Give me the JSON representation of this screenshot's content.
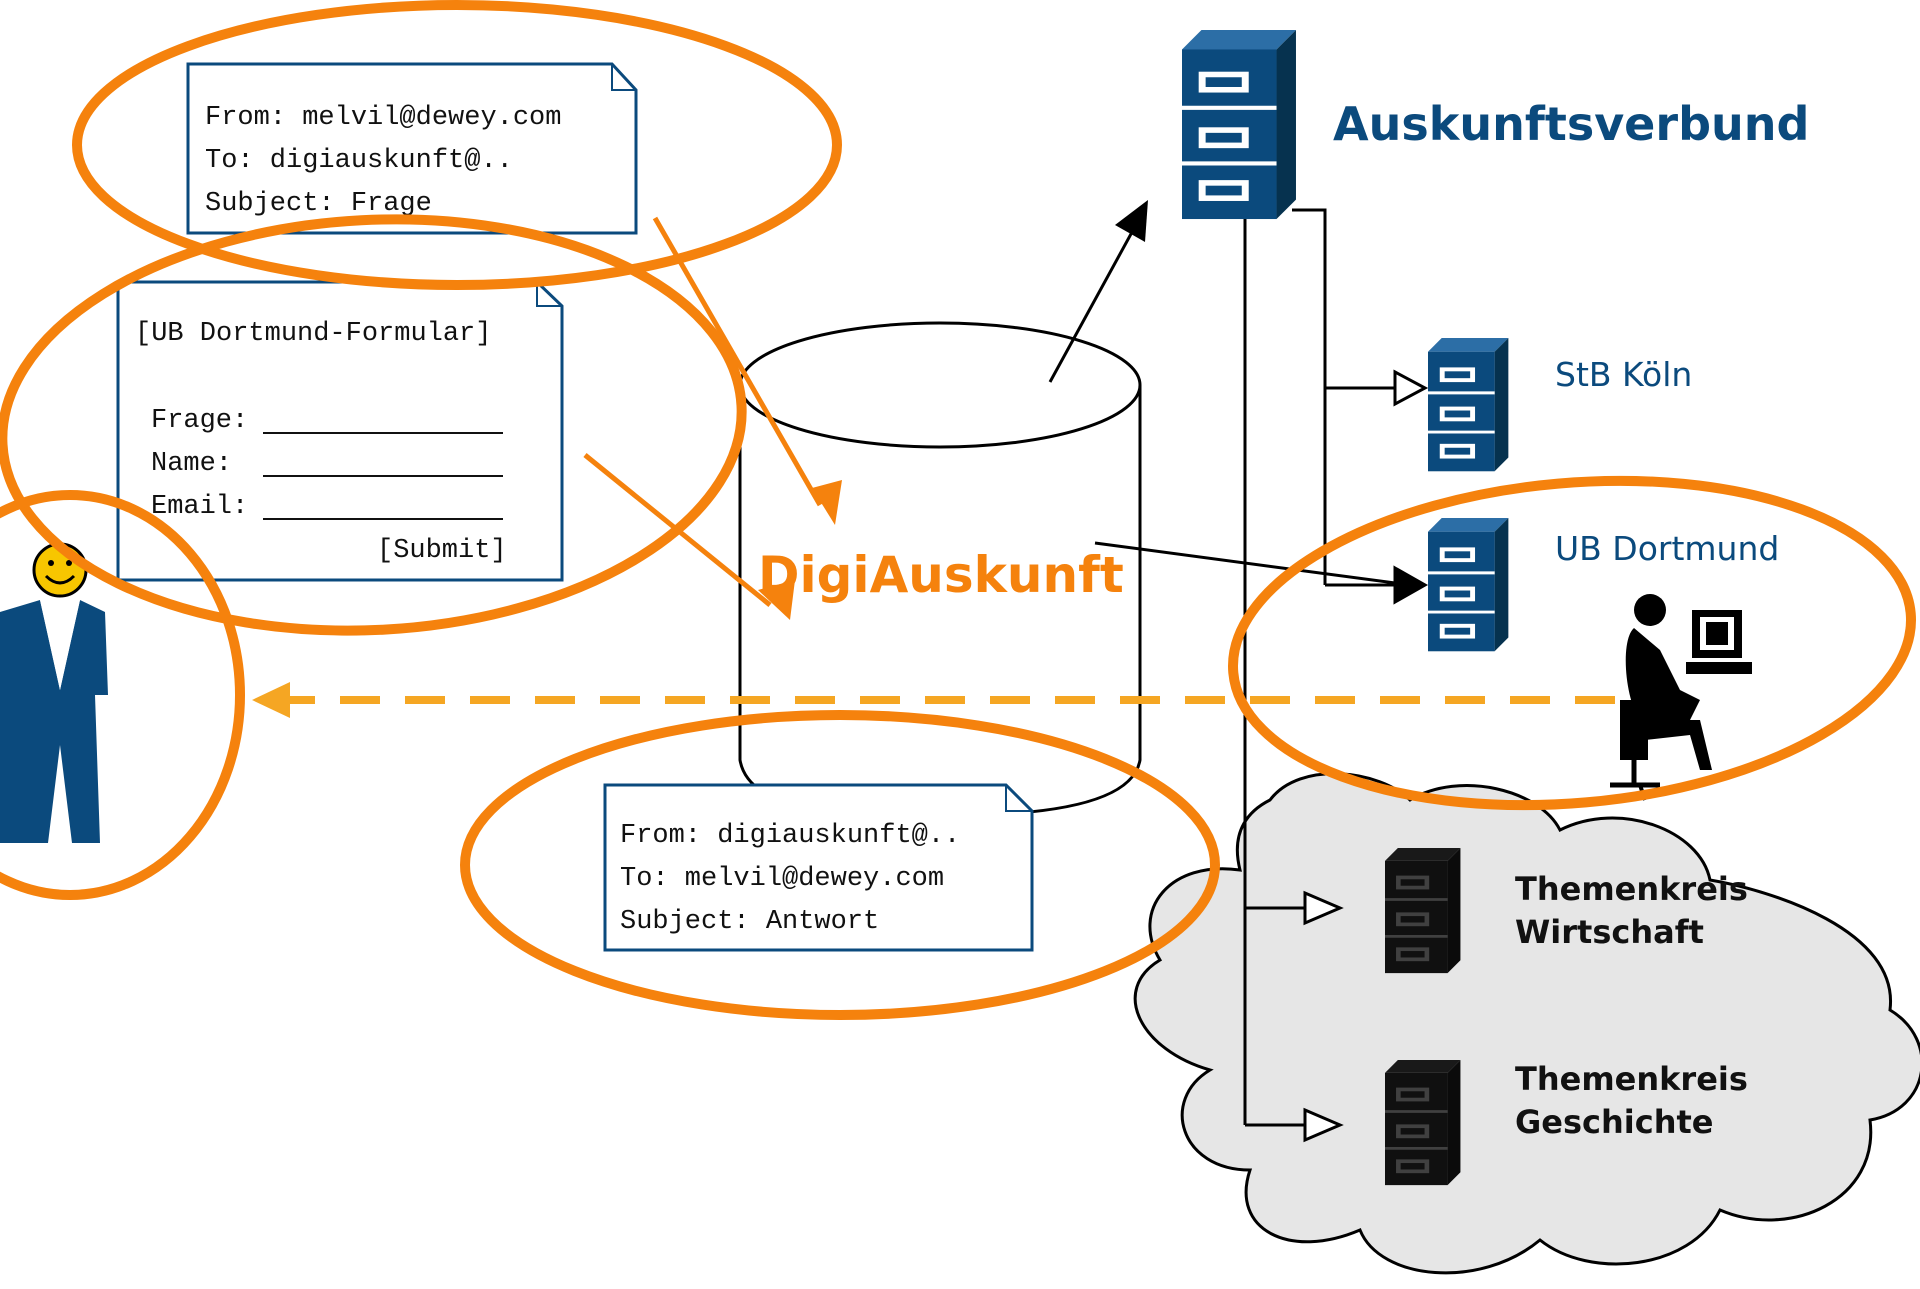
{
  "email_in": {
    "from": "From: melvil@dewey.com",
    "to": "To: digiauskunft@..",
    "subject": "Subject: Frage"
  },
  "form": {
    "title": "[UB Dortmund-Formular]",
    "frage": "Frage:",
    "name": "Name:",
    "email": "Email:",
    "submit": "[Submit]"
  },
  "email_out": {
    "from": "From: digiauskunft@..",
    "to": "To:  melvil@dewey.com",
    "subject": "Subject: Antwort"
  },
  "center_db": "DigiAuskunft",
  "network": {
    "title": "Auskunftsverbund",
    "stb_koeln": "StB Köln",
    "ub_dortmund": "UB Dortmund",
    "theme1_line1": "Themenkreis",
    "theme1_line2": "Wirtschaft",
    "theme2_line1": "Themenkreis",
    "theme2_line2": "Geschichte"
  },
  "colors": {
    "navy": "#0b4a7d",
    "orange": "#f5820d",
    "dashed_orange": "#f5a623",
    "cloud": "#e6e6e6"
  },
  "icons": [
    "filing-cabinet-icon",
    "user-figure-icon",
    "librarian-at-computer-icon",
    "smiley-face-icon"
  ]
}
